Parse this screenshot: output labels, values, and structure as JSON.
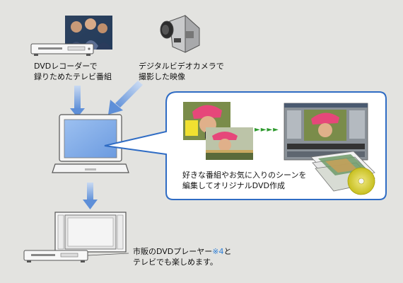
{
  "sources": {
    "recorder_caption_line1": "DVDレコーダーで",
    "recorder_caption_line2": "録りためたテレビ番組",
    "camera_caption_line1": "デジタルビデオカメラで",
    "camera_caption_line2": "撮影した映像"
  },
  "callout": {
    "caption_line1": "好きな番組やお気に入りのシーンを",
    "caption_line2": "編集してオリジナルDVD作成",
    "arrow_glyphs": "►►►►"
  },
  "playback": {
    "caption_prefix": "市販のDVDプレーヤー",
    "caption_note": "※4",
    "caption_suffix": "と",
    "caption_line2": "テレビでも楽しめます。"
  },
  "colors": {
    "background": "#e3e3e0",
    "callout_border": "#2f6cc4",
    "flow_arrow": "#6f9fe0",
    "note_accent": "#2f7fd6",
    "laptop_screen": "#7aa8e6"
  }
}
